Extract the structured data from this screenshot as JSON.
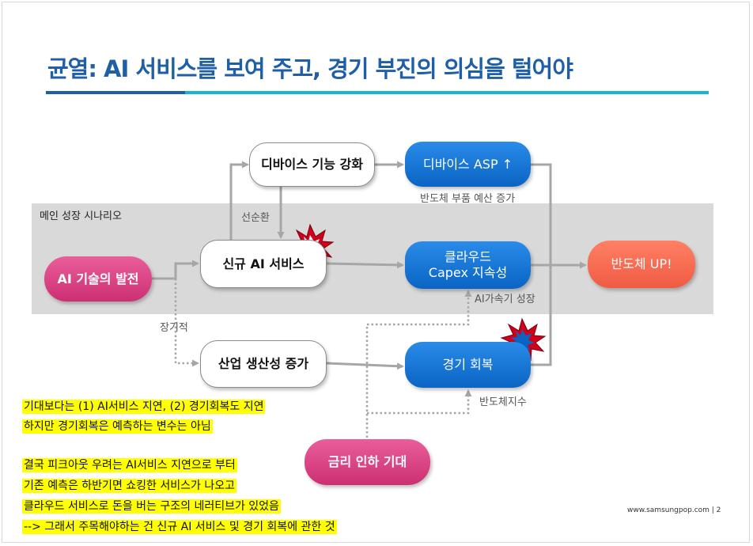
{
  "title": "균열: AI 서비스를 보여 주고, 경기 부진의 의심을 털어야",
  "band_label": "메인 성장 시나리오",
  "nodes": {
    "ai_tech": "AI 기술의 발전",
    "device_boost": "디바이스 기능 강화",
    "new_ai": "신규 AI 서비스",
    "production": "산업 생산성 증가",
    "device_asp": "디바이스 ASP ↑",
    "cloud_line1": "클라우드",
    "cloud_line2": "Capex 지속성",
    "economy": "경기 회복",
    "semi_up": "반도체 UP!",
    "rate_cut": "금리 인하 기대"
  },
  "labels": {
    "semi_parts_budget": "반도체 부품 예산 증가",
    "virtuous_cycle": "선순환",
    "long_term": "장기적",
    "ai_accel": "AI가속기 성장",
    "semi_index": "반도체지수"
  },
  "notes": [
    "기대보다는 (1) AI서비스 지연, (2) 경기회복도 지연",
    "하지만 경기회복은 예측하는 변수는 아님",
    "결국 피크아웃 우려는 AI서비스 지연으로 부터",
    "기존 예측은 하반기면 쇼킹한 서비스가 나오고",
    "클라우드 서비스로 돈을 버는 구조의 네러티브가 있었음",
    "--> 그래서 주목해야하는 건 신규 AI 서비스 및 경기 회복에 관한 것"
  ],
  "footer": "www.samsungpop.com | 2",
  "colors": {
    "title": "#1f5fa8",
    "accent_rule": "#18b5cf",
    "blue_node": "#0a64c4",
    "pink_node": "#cc2f73",
    "coral_node": "#ef5b43",
    "highlight": "#ffff00",
    "burst": "#d0021b"
  }
}
